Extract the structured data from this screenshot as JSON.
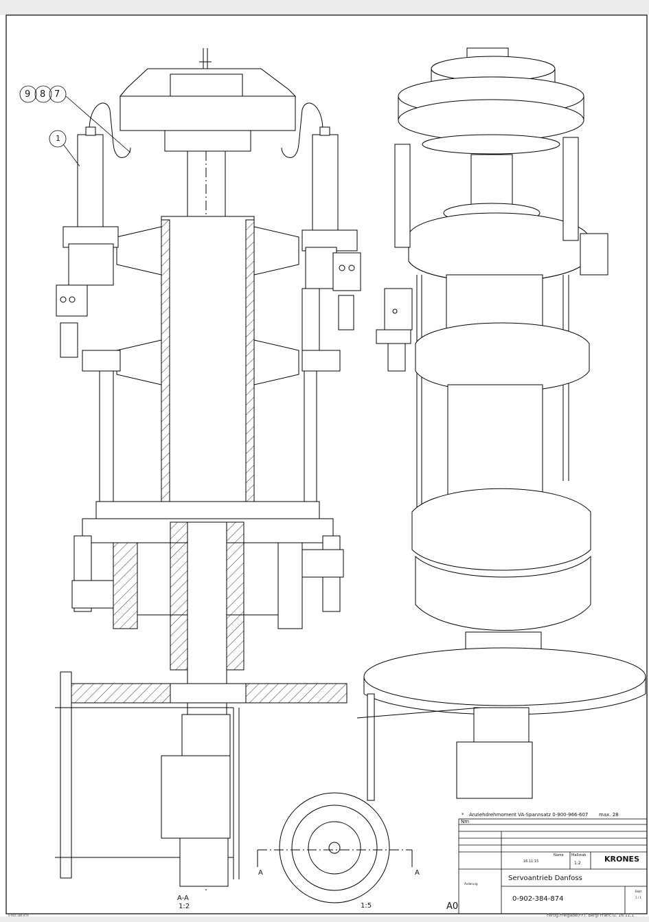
{
  "callouts": [
    "9",
    "8",
    "7",
    "1"
  ],
  "section_views": [
    {
      "id": "main",
      "label": "A-A",
      "scale": "1:2"
    },
    {
      "id": "detail",
      "scale": "1:5"
    }
  ],
  "section_markers": [
    "A",
    "A"
  ],
  "note": {
    "star": "*",
    "text": "Anziehdrehmoment VA-Spannsatz 0-900-966-607",
    "max": "max. 28"
  },
  "title_block": {
    "nm_label": "Nm",
    "scale_label": "Maßstab",
    "scale": "1:2",
    "drawn_label": "Name",
    "date": "16.11.15",
    "logo_text": "KRONES",
    "title": "Servoantrieb Danfoss",
    "drawing_number": "0-902-384-874",
    "sheet_label": "Blatt",
    "sheet_value": "1 / 1",
    "change_label": "Änderung"
  },
  "paper_format": "A0",
  "footer_left": "0-902-384-874",
  "footer_right": "Fertig.Freigabe(FF): Bergl Franc.G. 16.11.1",
  "colors": {
    "paper": "#ffffff",
    "line": "#000000",
    "background": "#ececec"
  }
}
